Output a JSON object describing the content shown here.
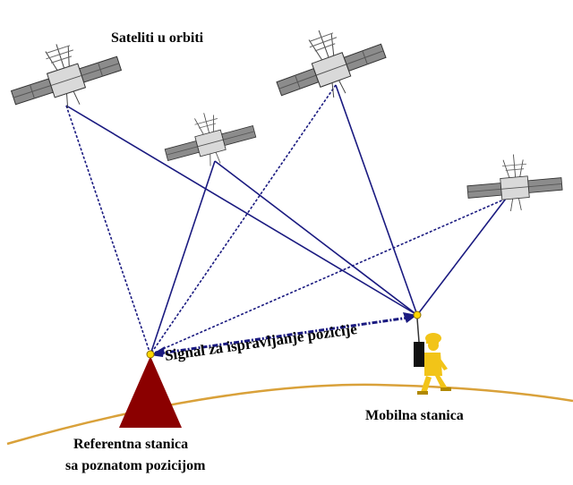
{
  "diagram": {
    "title": "Sateliti u orbiti",
    "signal_label": "Signal za ispravljanje pozicije",
    "mobile_station": "Mobilna stanica",
    "reference_station": [
      "Referentna stanica",
      "sa poznatom pozicijom"
    ]
  },
  "colors": {
    "signal_line": "#1a1a80",
    "reference_triangle": "#8b0000",
    "ground_arc": "#d9a13a",
    "person": "#f2c418",
    "node": "#ffd700",
    "solar_panel": "#8c8c8c"
  },
  "icons": [
    "satellite-icon",
    "person-walking-icon",
    "triangle-reference-icon"
  ]
}
